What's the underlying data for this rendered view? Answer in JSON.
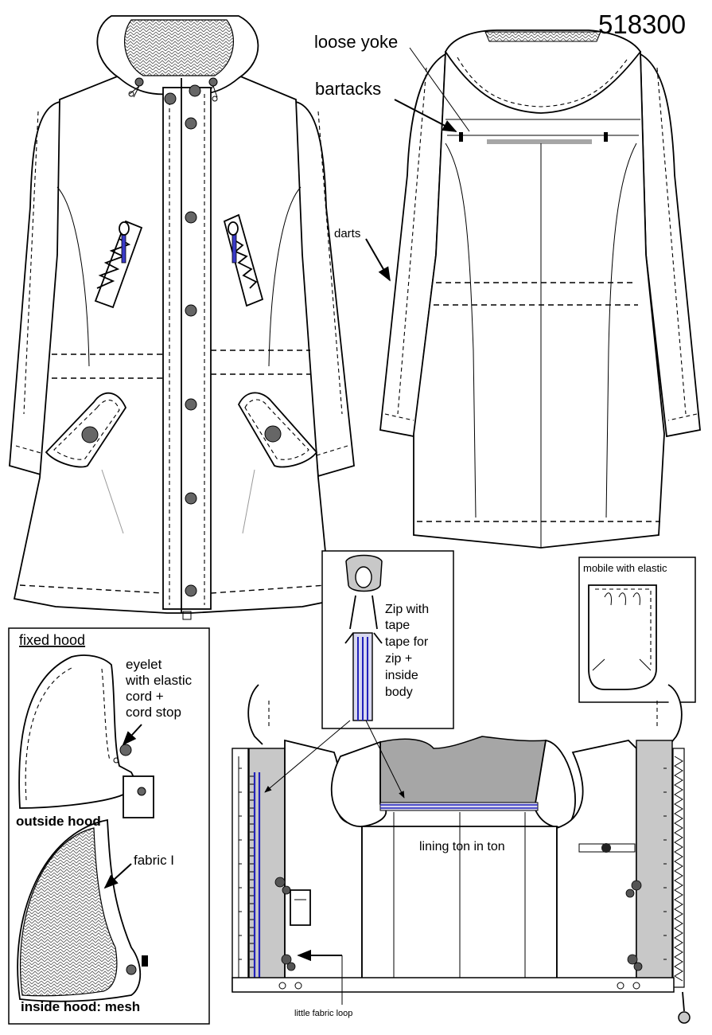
{
  "style_number": "518300",
  "labels": {
    "loose_yoke": "loose yoke",
    "bartacks": "bartacks",
    "darts": "darts",
    "fixed_hood": "fixed hood",
    "eyelet_l1": "eyelet",
    "eyelet_l2": "with elastic",
    "eyelet_l3": "cord +",
    "eyelet_l4": "cord stop",
    "outside_hood": "outside hood",
    "fabric": "fabric I",
    "inside_hood": "inside hood: mesh",
    "zip_l1": "Zip with",
    "zip_l2": "tape",
    "zip_l3": "tape for",
    "zip_l4": "zip +",
    "zip_l5": "inside",
    "zip_l6": "body",
    "mobile": "mobile with elastic",
    "lining": "lining ton in ton",
    "loop": "little fabric loop"
  },
  "colors": {
    "line": "#000000",
    "button": "#666666",
    "zip_tape": "#3a3ac8",
    "lining_grey": "#c8c8c8",
    "yoke_grey": "#a6a6a6"
  }
}
